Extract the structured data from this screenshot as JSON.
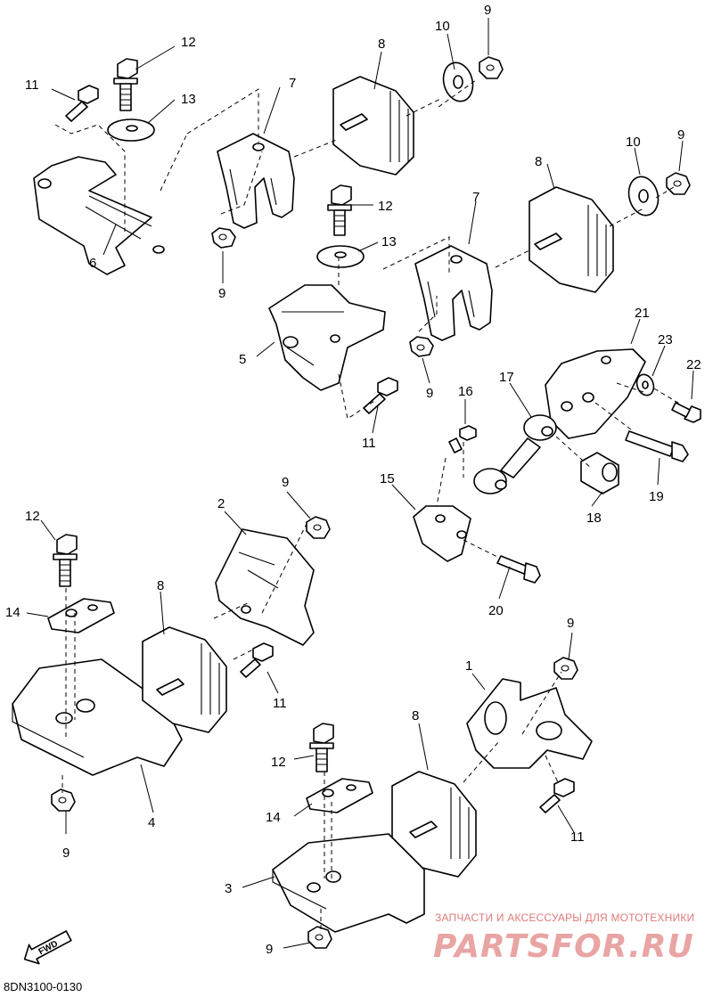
{
  "diagram_code": "8DN3100-0130",
  "fwd_label": "FWD",
  "watermark": {
    "small": "ЗАПЧАСТИ И АКСЕССУАРЫ ДЛЯ МОТОТЕХНИКИ",
    "big": "PARTSFOR.RU"
  },
  "callouts": {
    "c12a": "12",
    "c11a": "11",
    "c13a": "13",
    "c7a": "7",
    "c8a": "8",
    "c10a": "10",
    "c9a": "9",
    "c6": "6",
    "c9b": "9",
    "c12b": "12",
    "c13b": "13",
    "c7b": "7",
    "c8b": "8",
    "c10b": "10",
    "c9c": "9",
    "c5": "5",
    "c9d": "9",
    "c11b": "11",
    "c21": "21",
    "c23": "23",
    "c22": "22",
    "c17": "17",
    "c16": "16",
    "c19": "19",
    "c18": "18",
    "c15": "15",
    "c20": "20",
    "c9e": "9",
    "c2": "2",
    "c12c": "12",
    "c14a": "14",
    "c8c": "8",
    "c11c": "11",
    "c4": "4",
    "c9f": "9",
    "c9g": "9",
    "c1": "1",
    "c8d": "8",
    "c12d": "12",
    "c14b": "14",
    "c11d": "11",
    "c3": "3",
    "c9h": "9"
  }
}
